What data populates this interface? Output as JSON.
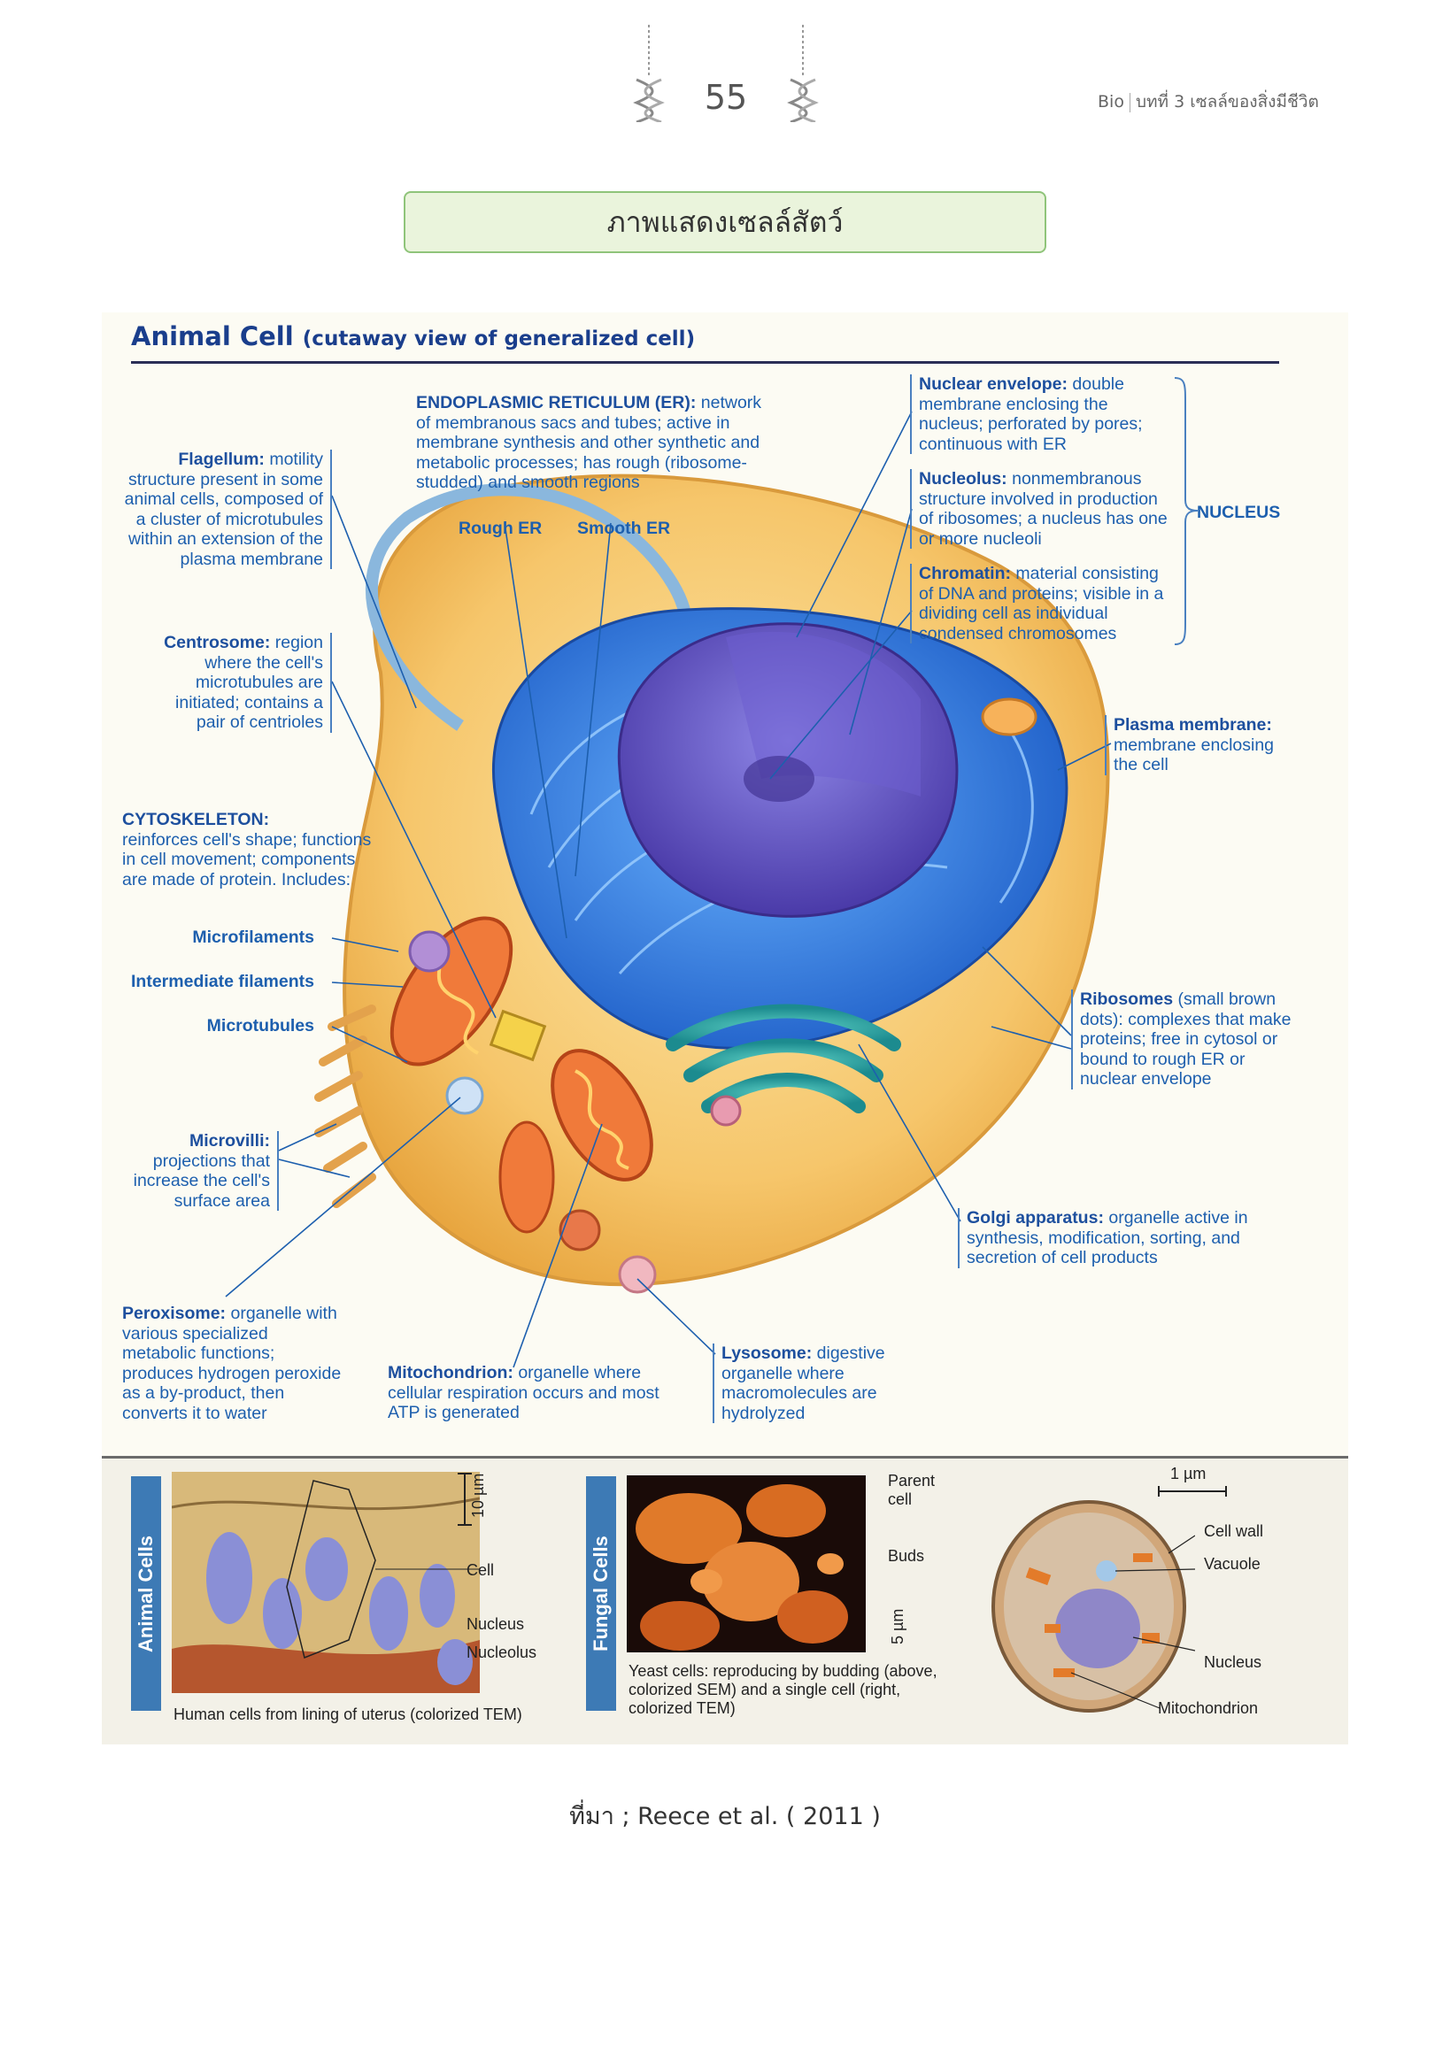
{
  "header": {
    "page_number": "55",
    "subject": "Bio",
    "chapter": "บทที่ 3 เซลล์ของสิ่งมีชีวิต"
  },
  "title": "ภาพแสดงเซลล์สัตว์",
  "figure": {
    "title": "Animal Cell",
    "subtitle": "(cutaway view of generalized cell)",
    "labels": {
      "er_head": "ENDOPLASMIC RETICULUM (ER):",
      "er_text": "network of membranous sacs and tubes; active in membrane synthesis and other synthetic and metabolic processes; has rough (ribosome-studded) and smooth regions",
      "rough_er": "Rough ER",
      "smooth_er": "Smooth ER",
      "flagellum_head": "Flagellum:",
      "flagellum_text": "motility structure present in some animal cells, composed of a cluster of microtubules within an extension of the plasma membrane",
      "centrosome_head": "Centrosome:",
      "centrosome_text": "region where the cell's microtubules are initiated; contains a pair of centrioles",
      "cytoskeleton_head": "CYTOSKELETON:",
      "cytoskeleton_text": "reinforces cell's shape; functions in cell movement; components are made of protein. Includes:",
      "microfilaments": "Microfilaments",
      "intermediate_filaments": "Intermediate filaments",
      "microtubules": "Microtubules",
      "microvilli_head": "Microvilli:",
      "microvilli_text": "projections that increase the cell's surface area",
      "peroxisome_head": "Peroxisome:",
      "peroxisome_text": "organelle with various specialized metabolic functions; produces hydrogen peroxide as a by-product, then converts it to water",
      "mitochondrion_head": "Mitochondrion:",
      "mitochondrion_text": "organelle where cellular respiration occurs and most ATP is generated",
      "lysosome_head": "Lysosome:",
      "lysosome_text": "digestive organelle where macromolecules are hydrolyzed",
      "golgi_head": "Golgi apparatus:",
      "golgi_text": "organelle active in synthesis, modification, sorting, and secretion of cell products",
      "ribosomes_head": "Ribosomes",
      "ribosomes_text": "(small brown dots): complexes that make proteins; free in cytosol or bound to rough ER or nuclear envelope",
      "plasma_head": "Plasma membrane:",
      "plasma_text": "membrane enclosing the cell",
      "nuclear_env_head": "Nuclear envelope:",
      "nuclear_env_text": "double membrane enclosing the nucleus; perforated by pores; continuous with ER",
      "nucleolus_head": "Nucleolus:",
      "nucleolus_text": "nonmembranous structure involved in production of ribosomes; a nucleus has one or more nucleoli",
      "chromatin_head": "Chromatin:",
      "chromatin_text": "material consisting of DNA and proteins; visible in a dividing cell as individual condensed chromosomes",
      "nucleus_group": "NUCLEUS"
    },
    "bottom": {
      "animal_tab": "Animal Cells",
      "fungal_tab": "Fungal Cells",
      "animal_scale": "10 µm",
      "animal_cell": "Cell",
      "animal_nucleus": "Nucleus",
      "animal_nucleolus": "Nucleolus",
      "animal_caption": "Human cells from lining of uterus (colorized TEM)",
      "yeast_parent": "Parent cell",
      "yeast_buds": "Buds",
      "yeast_scale": "5 µm",
      "yeast_caption": "Yeast cells: reproducing by budding (above, colorized SEM) and a single cell (right, colorized TEM)",
      "single_scale": "1 µm",
      "cell_wall": "Cell wall",
      "vacuole": "Vacuole",
      "single_nucleus": "Nucleus",
      "mitochondrion": "Mitochondrion"
    }
  },
  "source": "ที่มา ; Reece et al. ( 2011 )"
}
